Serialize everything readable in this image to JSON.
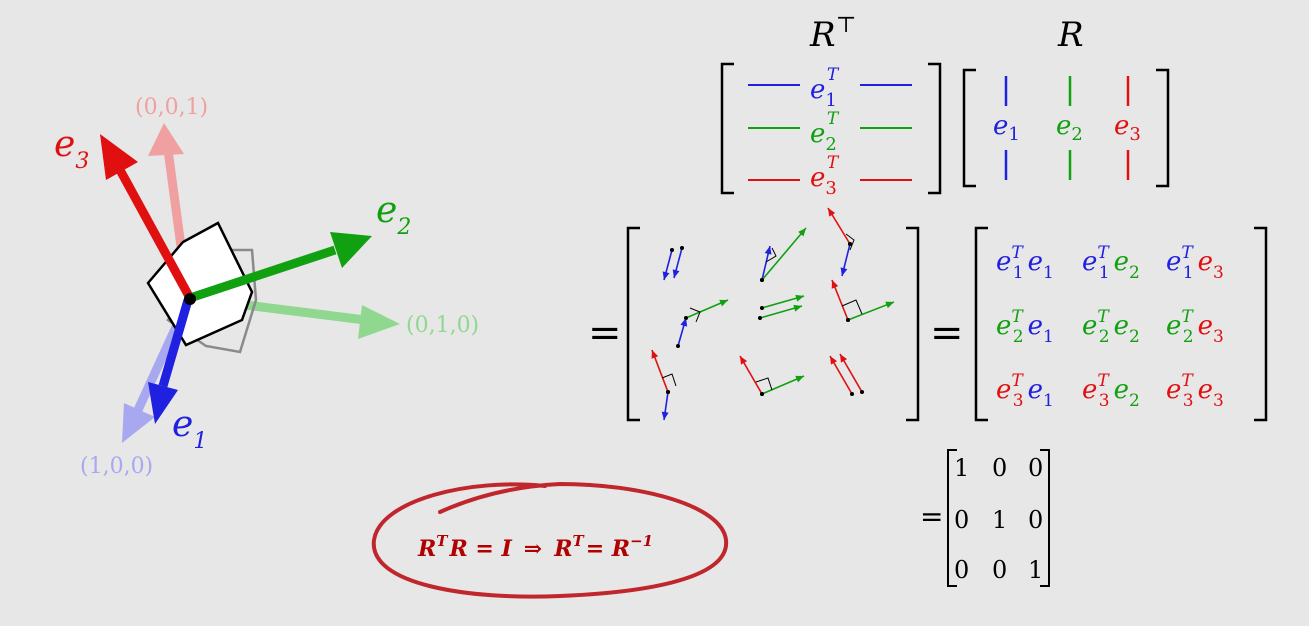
{
  "colors": {
    "background": "#e7e7e7",
    "e1": "#2020e0",
    "e2": "#10a010",
    "e3": "#e01010",
    "e1_light": "#a8a8f0",
    "e2_light": "#90d890",
    "e3_light": "#f0a0a0",
    "ink": "#000000",
    "gray": "#8a8a8a",
    "circle": "#c0272d",
    "equation": "#b00000"
  },
  "frame": {
    "world_x_label": "(1,0,0)",
    "world_y_label": "(0,1,0)",
    "world_z_label": "(0,0,1)",
    "e1_base": "e",
    "e1_sub": "1",
    "e2_base": "e",
    "e2_sub": "2",
    "e3_base": "e",
    "e3_sub": "3"
  },
  "matrices": {
    "rt_title_base": "R",
    "rt_title_sup": "⊤",
    "r_title": "R",
    "row_sym": "e",
    "col_sym": "e",
    "transpose_sup": "T",
    "indices": [
      "1",
      "2",
      "3"
    ],
    "equals": "=",
    "product": [
      [
        "1",
        "1"
      ],
      [
        "1",
        "2"
      ],
      [
        "1",
        "3"
      ],
      [
        "2",
        "1"
      ],
      [
        "2",
        "2"
      ],
      [
        "2",
        "3"
      ],
      [
        "3",
        "1"
      ],
      [
        "3",
        "2"
      ],
      [
        "3",
        "3"
      ]
    ],
    "identity": [
      "1",
      "0",
      "0",
      "0",
      "1",
      "0",
      "0",
      "0",
      "1"
    ]
  },
  "conclusion": {
    "part1": "R",
    "sup1": "T",
    "part2": "R = I",
    "arrow": "⇒",
    "part3": "R",
    "sup3": "T",
    "part4": "= R",
    "sup4": "−1"
  }
}
